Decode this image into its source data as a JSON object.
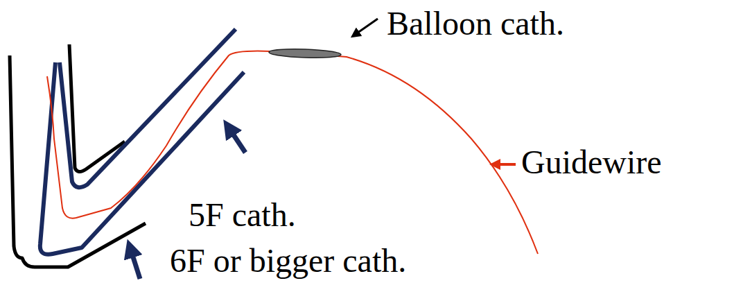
{
  "diagram": {
    "labels": [
      "Balloon cath.",
      "Guidewire",
      "5F cath.",
      "6F or bigger cath."
    ]
  }
}
